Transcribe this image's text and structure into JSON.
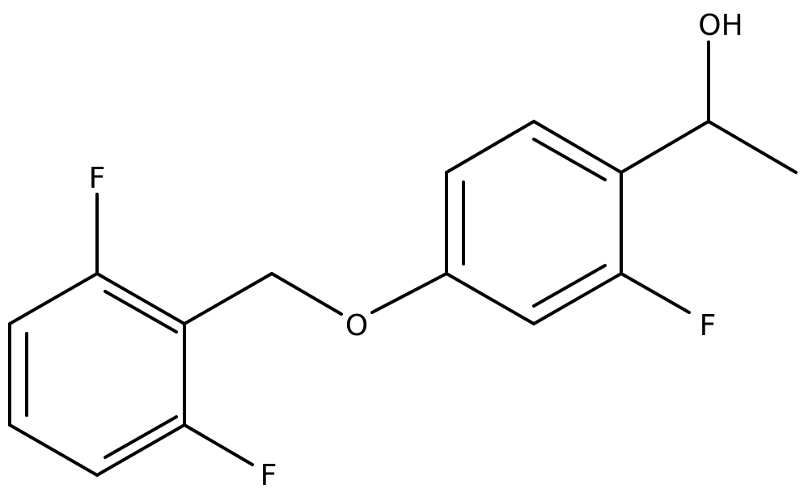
{
  "molecule": {
    "atoms": {
      "F_top": "F",
      "F_bottom": "F",
      "O_ether": "O",
      "F_ring": "F",
      "OH": "OH"
    }
  },
  "colors": {
    "bond": "#000000",
    "background": "#ffffff"
  }
}
